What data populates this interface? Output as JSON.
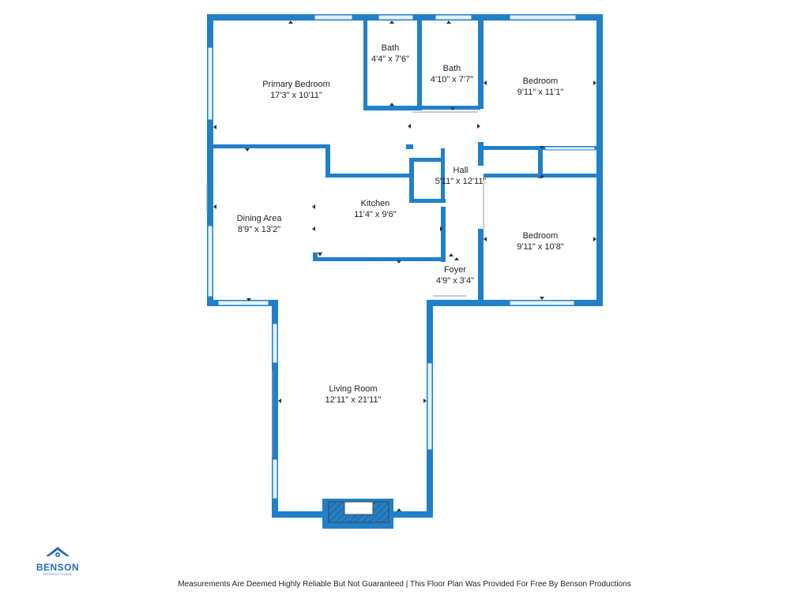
{
  "colors": {
    "wall": "#2080c9",
    "window": "#e3f2fb",
    "line": "#555555",
    "brand": "#1f6fb3"
  },
  "rooms": {
    "primary_bedroom": {
      "name": "Primary Bedroom",
      "dims": "17'3\" x 10'11\""
    },
    "bath_1": {
      "name": "Bath",
      "dims": "4'4\" x 7'6\""
    },
    "bath_2": {
      "name": "Bath",
      "dims": "4'10\" x 7'7\""
    },
    "bedroom_1": {
      "name": "Bedroom",
      "dims": "9'11\" x 11'1\""
    },
    "hall": {
      "name": "Hall",
      "dims": "5'11\" x 12'11\""
    },
    "kitchen": {
      "name": "Kitchen",
      "dims": "11'4\" x 9'6\""
    },
    "dining_area": {
      "name": "Dining Area",
      "dims": "8'9\" x 13'2\""
    },
    "bedroom_2": {
      "name": "Bedroom",
      "dims": "9'11\" x 10'8\""
    },
    "foyer": {
      "name": "Foyer",
      "dims": "4'9\" x 3'4\""
    },
    "living_room": {
      "name": "Living Room",
      "dims": "12'11\" x 21'11\""
    }
  },
  "logo": {
    "name": "BENSON",
    "subtitle": "PRODUCTIONS"
  },
  "footer": {
    "text": "Measurements Are Deemed Highly Reliable But Not Guaranteed | This Floor Plan Was Provided For Free By Benson Productions"
  }
}
